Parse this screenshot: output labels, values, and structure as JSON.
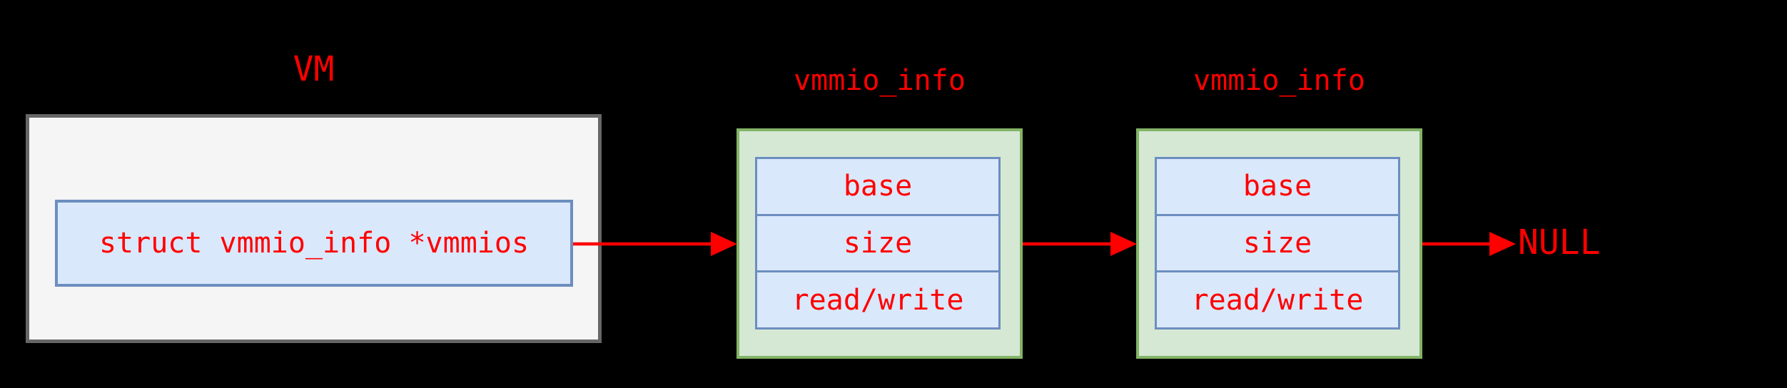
{
  "vm": {
    "label": "VM",
    "field": "struct vmmio_info *vmmios"
  },
  "nodes": [
    {
      "label": "vmmio_info",
      "fields": [
        "base",
        "size",
        "read/write"
      ]
    },
    {
      "label": "vmmio_info",
      "fields": [
        "base",
        "size",
        "read/write"
      ]
    }
  ],
  "terminator": "NULL",
  "colors": {
    "background": "#000000",
    "text": "#ff0000",
    "arrow": "#ff0000",
    "vm_fill": "#f5f5f5",
    "vm_border": "#666666",
    "node_fill": "#d5e8d4",
    "node_border": "#82b366",
    "field_fill": "#dae8fc",
    "field_border": "#6c8ebf"
  }
}
